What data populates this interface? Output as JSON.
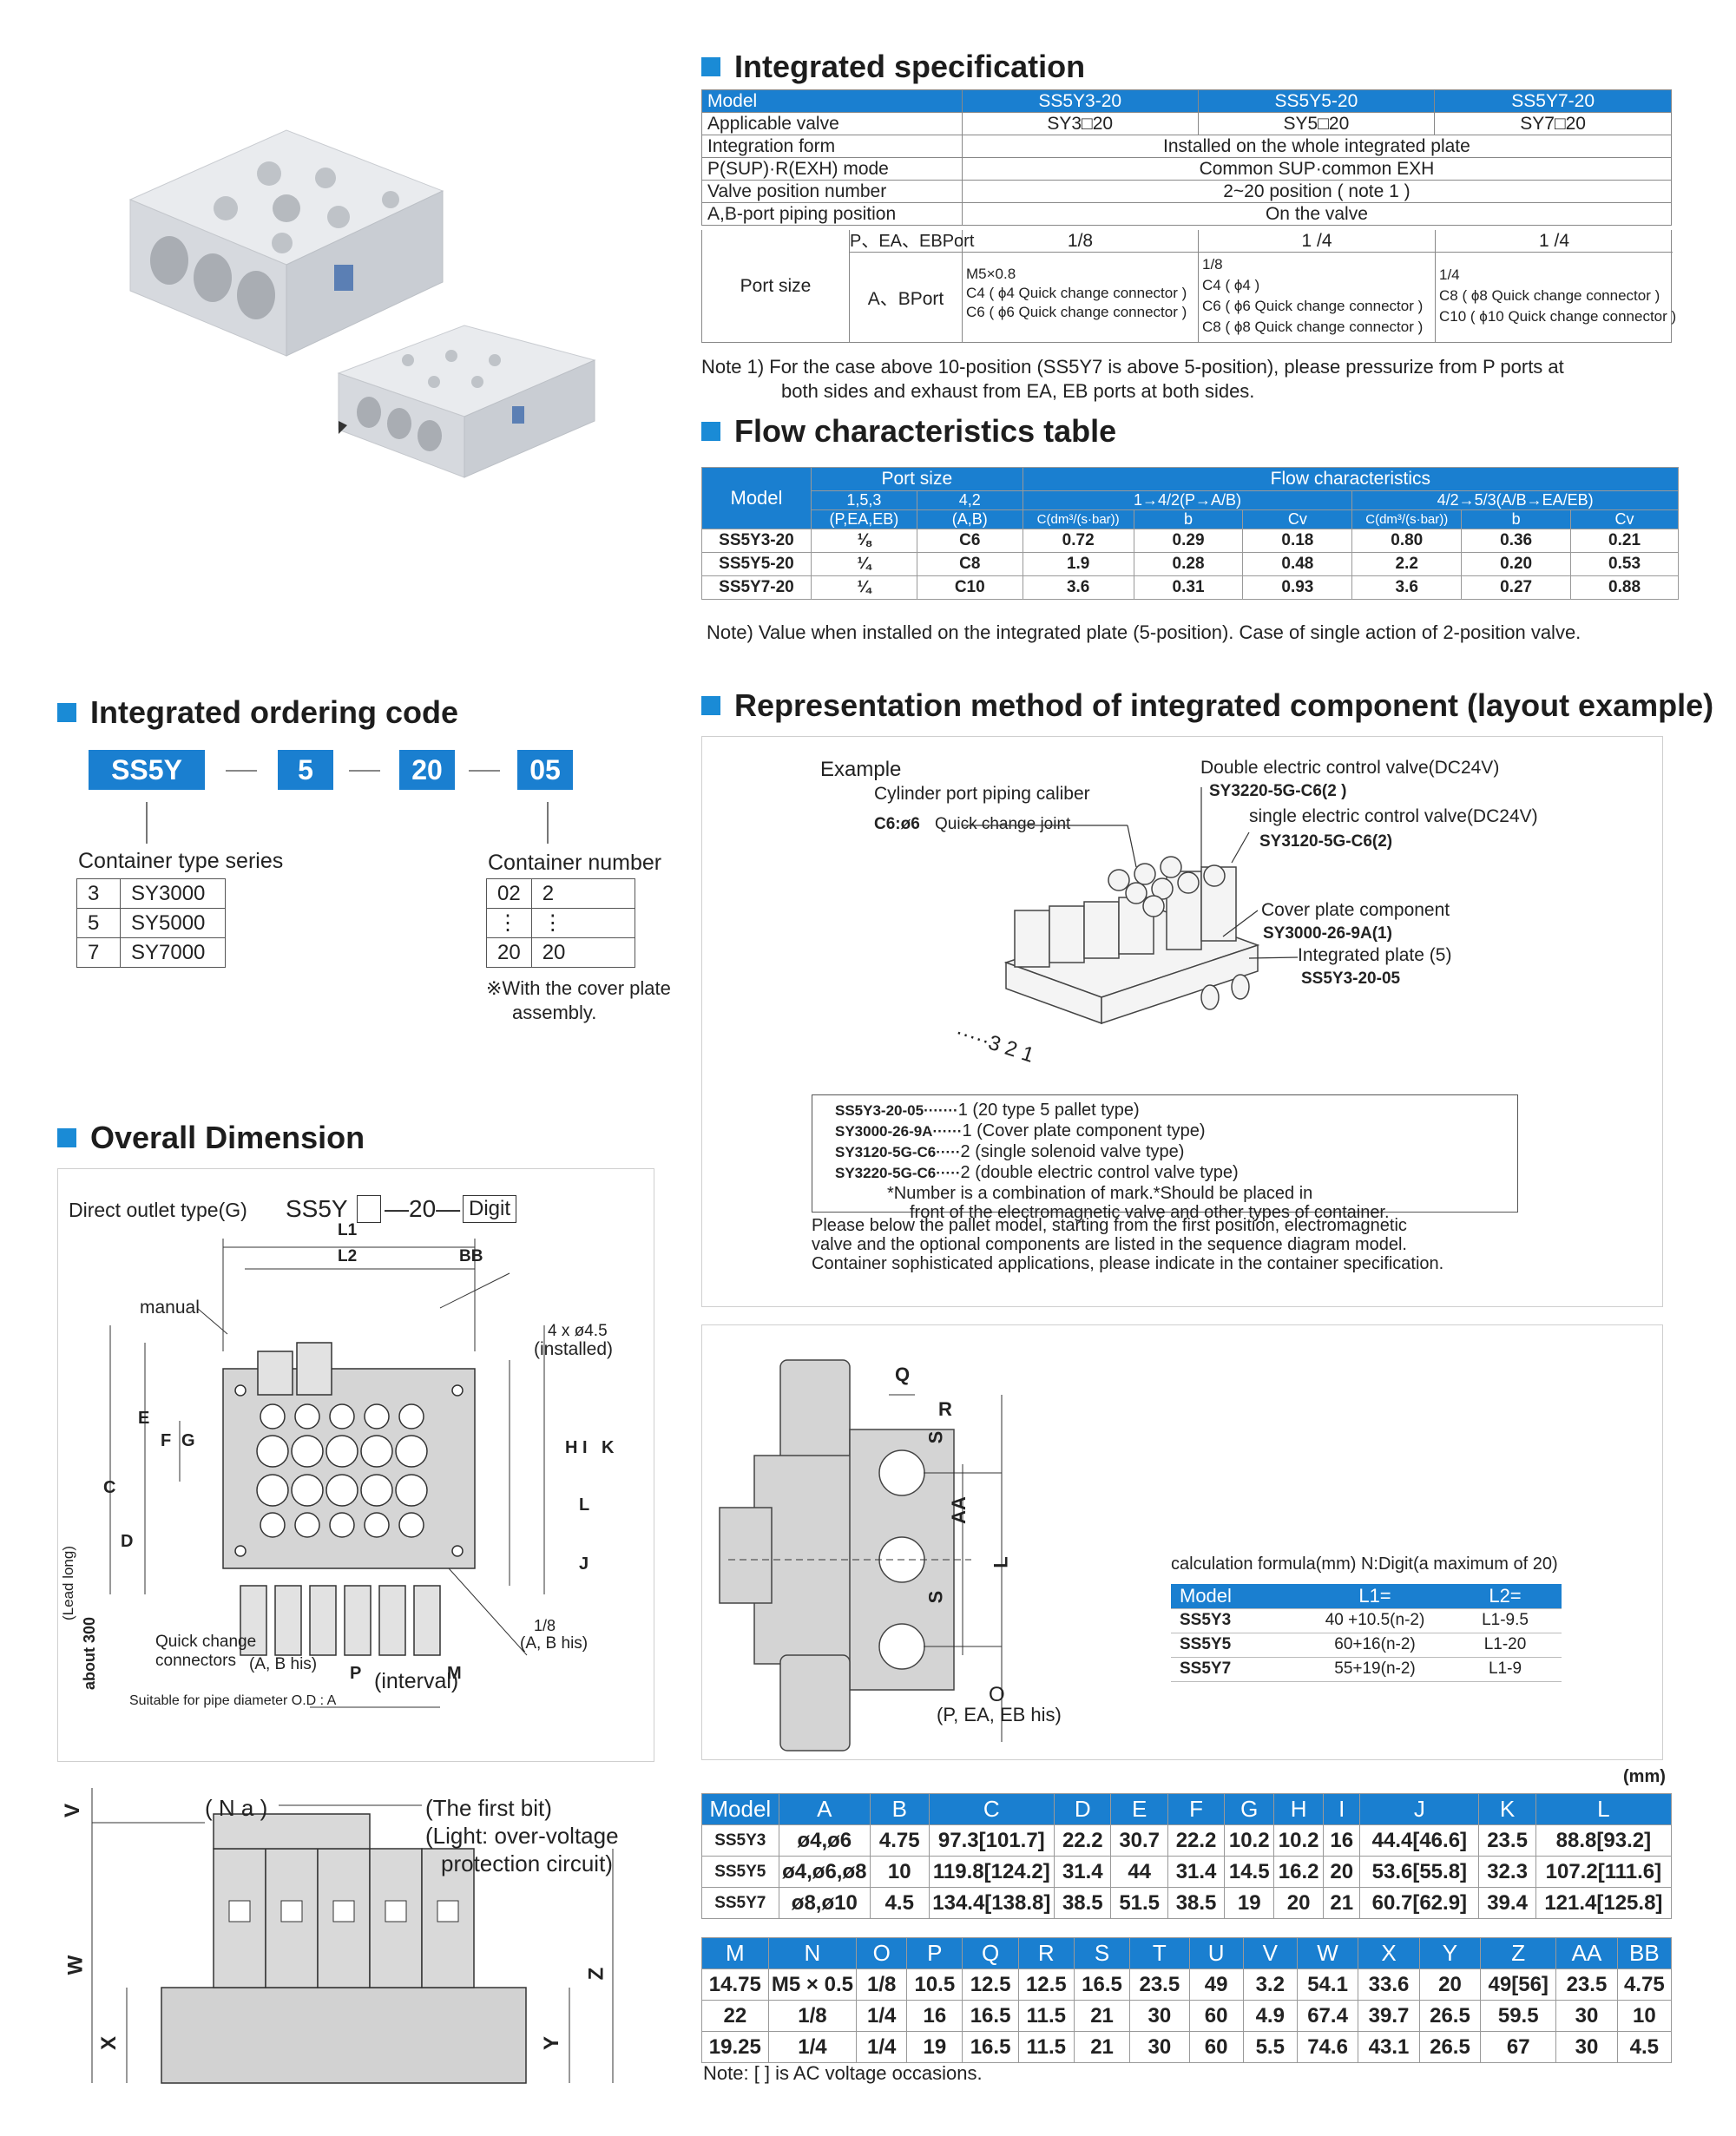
{
  "sections": {
    "spec_title": "Integrated specification",
    "flow_title": "Flow characteristics table",
    "order_title": "Integrated ordering code",
    "repr_title": "Representation method of integrated component (layout example)",
    "dim_title": "Overall Dimension"
  },
  "spec": {
    "header": [
      "Model",
      "SS5Y3-20",
      "SS5Y5-20",
      "SS5Y7-20"
    ],
    "applicable": [
      "Applicable valve",
      "SY3□20",
      "SY5□20",
      "SY7□20"
    ],
    "integration_form": [
      "Integration form",
      "Installed on the whole integrated plate"
    ],
    "sup_mode": [
      "P(SUP)·R(EXH) mode",
      "Common SUP·common EXH"
    ],
    "valve_pos": [
      "Valve position number",
      "2~20 position ( note 1 )"
    ],
    "ab_piping": [
      "A,B-port piping position",
      "On the valve"
    ],
    "port_size": "Port size",
    "pea_port": [
      "P、EA、EBPort",
      "1/8",
      "1 /4",
      "1 /4"
    ],
    "ab_port": "A、BPort",
    "ab_col1": [
      "M5×0.8",
      "C4 ( ϕ4 Quick change connector )",
      "C6 ( ϕ6 Quick change connector )"
    ],
    "ab_col2": [
      "1/8",
      "C4 ( ϕ4 )",
      "C6 ( ϕ6 Quick change connector )",
      "C8 ( ϕ8 Quick change connector )"
    ],
    "ab_col3": [
      "1/4",
      "C8 ( ϕ8 Quick change connector )",
      "C10 ( ϕ10 Quick change connector )"
    ],
    "note1_a": "Note 1) For the case above 10-position (SS5Y7 is above 5-position), please pressurize from P ports at",
    "note1_b": "both sides and exhaust from EA, EB ports at both sides."
  },
  "flow": {
    "h_model": "Model",
    "h_port": "Port size",
    "h_flow": "Flow characteristics",
    "h_p153": "1,5,3",
    "h_p153b": "(P,EA,EB)",
    "h_p42": "4,2",
    "h_p42b": "(A,B)",
    "h_f1": "1→4/2(P→A/B)",
    "h_f2": "4/2→5/3(A/B→EA/EB)",
    "h_c": "C(dm³/(s·bar))",
    "h_b": "b",
    "h_cv": "Cv",
    "rows": [
      [
        "SS5Y3-20",
        "⅛",
        "C6",
        "0.72",
        "0.29",
        "0.18",
        "0.80",
        "0.36",
        "0.21"
      ],
      [
        "SS5Y5-20",
        "¼",
        "C8",
        "1.9",
        "0.28",
        "0.48",
        "2.2",
        "0.20",
        "0.53"
      ],
      [
        "SS5Y7-20",
        "¼",
        "C10",
        "3.6",
        "0.31",
        "0.93",
        "3.6",
        "0.27",
        "0.88"
      ]
    ],
    "note": "Note) Value when installed on the integrated plate (5-position). Case of single action of 2-position valve."
  },
  "order": {
    "codes": [
      "SS5Y",
      "5",
      "20",
      "05"
    ],
    "series_label": "Container type series",
    "series_rows": [
      [
        "3",
        "SY3000"
      ],
      [
        "5",
        "SY5000"
      ],
      [
        "7",
        "SY7000"
      ]
    ],
    "number_label": "Container number",
    "number_rows": [
      [
        "02",
        "2"
      ],
      [
        "⋮",
        "⋮"
      ],
      [
        "20",
        "20"
      ]
    ],
    "cover_note_a": "※With the cover plate",
    "cover_note_b": "assembly."
  },
  "repr": {
    "example": "Example",
    "cyl_caliber": "Cylinder port piping caliber",
    "c6": "C6:ø6",
    "quick_joint": "Quick change joint",
    "double_valve": "Double electric control valve(DC24V)",
    "double_code": "SY3220-5G-C6(2 )",
    "single_valve": "single electric control valve(DC24V)",
    "single_code": "SY3120-5G-C6(2)",
    "cover_comp": "Cover plate component",
    "cover_code": "SY3000-26-9A(1)",
    "plate": "Integrated plate (5)",
    "plate_code": "SS5Y3-20-05",
    "seq": "·····3 2 1",
    "list": [
      [
        "SS5Y3-20-05·······",
        "1 (20 type 5 pallet type)"
      ],
      [
        "SY3000-26-9A······",
        "1 (Cover plate component type)"
      ],
      [
        "SY3120-5G-C6·····",
        "2 (single solenoid valve type)"
      ],
      [
        "SY3220-5G-C6·····",
        "2 (double electric control valve type)"
      ]
    ],
    "mark_a": "*Number is a combination of mark.*Should be placed in",
    "mark_b": "front of the electromagnetic valve and other types of container.",
    "para_a": "Please below the pallet model, starting from the first position, electromagnetic",
    "para_b": "valve and the optional components are listed in the sequence diagram model.",
    "para_c": "Container sophisticated applications, please indicate in the container specification."
  },
  "overall": {
    "direct_outlet": "Direct outlet type(G)",
    "model_prefix": "SS5Y",
    "model_mid": "—20—",
    "model_digit": "Digit",
    "manual": "manual",
    "l1": "L1",
    "l2": "L2",
    "bb": "BB",
    "holes": "4 x ø4.5",
    "installed": "(installed)",
    "quick": "Quick change",
    "connectors": "connectors",
    "ab_his": "(A, B his)",
    "ab_his2": "(A, B his)",
    "one_eighth": "1/8",
    "interval": "(interval)",
    "suitable": "Suitable for pipe diameter O.D : A",
    "lead": "(Lead long)",
    "about": "about 300",
    "letters": [
      "E",
      "F",
      "G",
      "C",
      "D",
      "H",
      "I",
      "K",
      "L",
      "J",
      "P",
      "M"
    ]
  },
  "side": {
    "q": "Q",
    "r": "R",
    "aa": "AA",
    "s": "S",
    "l": "L",
    "o": "O",
    "pea": "(P, EA, EB his)"
  },
  "calc": {
    "title": "calculation formula(mm)  N:Digit(a maximum of 20)",
    "header": [
      "Model",
      "L1=",
      "L2="
    ],
    "rows": [
      [
        "SS5Y3",
        "40 +10.5(n-2)",
        "L1-9.5"
      ],
      [
        "SS5Y5",
        "60+16(n-2)",
        "L1-20"
      ],
      [
        "SS5Y7",
        "55+19(n-2)",
        "L1-9"
      ]
    ]
  },
  "front": {
    "na": "( N a )",
    "first_bit": "(The first bit)",
    "light_a": "(Light: over-voltage",
    "light_b": "protection circuit)",
    "v": "V",
    "w": "W",
    "x": "X",
    "z": "Z",
    "y": "Y"
  },
  "dim": {
    "unit": "(mm)",
    "header1": [
      "Model",
      "A",
      "B",
      "C",
      "D",
      "E",
      "F",
      "G",
      "H",
      "I",
      "J",
      "K",
      "L"
    ],
    "rows1": [
      [
        "SS5Y3",
        "ø4,ø6",
        "4.75",
        "97.3[101.7]",
        "22.2",
        "30.7",
        "22.2",
        "10.2",
        "10.2",
        "16",
        "44.4[46.6]",
        "23.5",
        "88.8[93.2]"
      ],
      [
        "SS5Y5",
        "ø4,ø6,ø8",
        "10",
        "119.8[124.2]",
        "31.4",
        "44",
        "31.4",
        "14.5",
        "16.2",
        "20",
        "53.6[55.8]",
        "32.3",
        "107.2[111.6]"
      ],
      [
        "SS5Y7",
        "ø8,ø10",
        "4.5",
        "134.4[138.8]",
        "38.5",
        "51.5",
        "38.5",
        "19",
        "20",
        "21",
        "60.7[62.9]",
        "39.4",
        "121.4[125.8]"
      ]
    ],
    "header2": [
      "M",
      "N",
      "O",
      "P",
      "Q",
      "R",
      "S",
      "T",
      "U",
      "V",
      "W",
      "X",
      "Y",
      "Z",
      "AA",
      "BB"
    ],
    "rows2": [
      [
        "14.75",
        "M5 × 0.5",
        "1/8",
        "10.5",
        "12.5",
        "12.5",
        "16.5",
        "23.5",
        "49",
        "3.2",
        "54.1",
        "33.6",
        "20",
        "49[56]",
        "23.5",
        "4.75"
      ],
      [
        "22",
        "1/8",
        "1/4",
        "16",
        "16.5",
        "11.5",
        "21",
        "30",
        "60",
        "4.9",
        "67.4",
        "39.7",
        "26.5",
        "59.5",
        "30",
        "10"
      ],
      [
        "19.25",
        "1/4",
        "1/4",
        "19",
        "16.5",
        "11.5",
        "21",
        "30",
        "60",
        "5.5",
        "74.6",
        "43.1",
        "26.5",
        "67",
        "30",
        "4.5"
      ]
    ],
    "note": "Note: [ ] is AC voltage occasions."
  },
  "colors": {
    "accent": "#1a7fd0",
    "title_square": "#1a8bd6"
  }
}
